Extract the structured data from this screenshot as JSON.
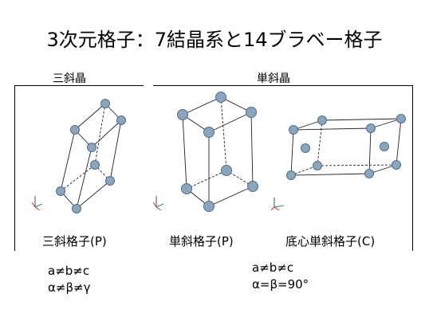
{
  "title": "3次元格子：7結晶系と14ブラベー格子",
  "sections": {
    "triclinic_header": "三斜晶",
    "monoclinic_header": "単斜晶"
  },
  "lattices": [
    {
      "caption": "三斜格子(P)",
      "system": "triclinic",
      "centering": "P"
    },
    {
      "caption": "単斜格子(P)",
      "system": "monoclinic",
      "centering": "P"
    },
    {
      "caption": "底心単斜格子(C)",
      "system": "monoclinic",
      "centering": "C"
    }
  ],
  "triclinic_params": [
    "a≠b≠c",
    "α≠β≠γ"
  ],
  "monoclinic_params": [
    "a≠b≠c",
    "α=β=90°"
  ],
  "colors": {
    "atom_fill": "#8aa6bf",
    "atom_edge": "#4f6f8c",
    "edge": "#222222",
    "axis_x": "#d23030",
    "axis_y": "#2f9a3a",
    "axis_z": "#3040d0"
  }
}
